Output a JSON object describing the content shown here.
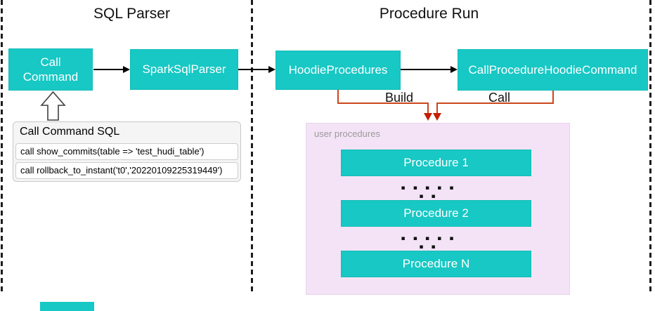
{
  "sections": {
    "sql_parser": {
      "title": "SQL Parser"
    },
    "procedure_run": {
      "title": "Procedure Run"
    }
  },
  "nodes": {
    "call_command": "Call Command",
    "spark_sql_parser": "SparkSqlParser",
    "hoodie_procedures": "HoodieProcedures",
    "call_procedure_hoodie_command": "CallProcedureHoodieCommand"
  },
  "edges": {
    "build_label": "Build",
    "call_label": "Call"
  },
  "sql_panel": {
    "title": "Call Command SQL",
    "rows": [
      "call show_commits(table => 'test_hudi_table')",
      "call rollback_to_instant('t0','20220109225319449')"
    ]
  },
  "user_procedures": {
    "label": "user procedures",
    "items": [
      "Procedure 1",
      "Procedure 2",
      "Procedure N"
    ],
    "ellipsis": "▪ ▪ ▪ ▪ ▪ ▪ ▪"
  },
  "colors": {
    "node_teal": "#17c8c4",
    "user_panel_pink": "#f4e3f6",
    "connector_orange": "#cb461c",
    "arrowhead_red": "#c41e04",
    "flow_arrow_black": "#000000"
  }
}
